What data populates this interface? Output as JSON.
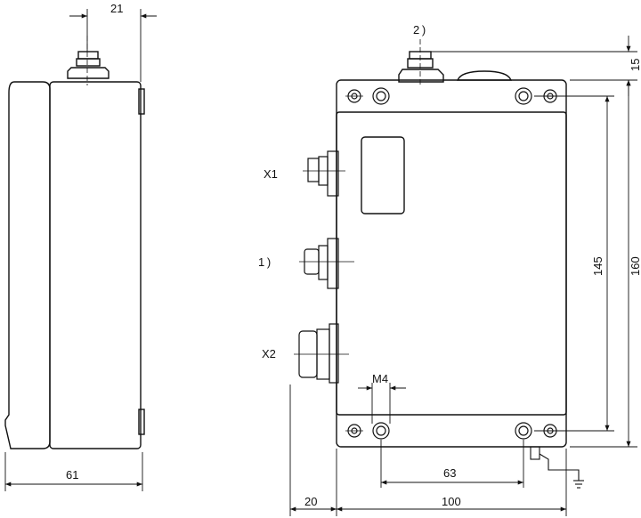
{
  "labels": {
    "dim_21": "21",
    "dim_61": "61",
    "dim_15": "15",
    "dim_160": "160",
    "dim_145": "145",
    "dim_m4": "M4",
    "dim_63": "63",
    "dim_20": "20",
    "dim_100": "100",
    "conn_x1": "X1",
    "conn_1": "1 )",
    "conn_x2": "X2",
    "conn_2": "2 )"
  },
  "colors": {
    "line": "#111111",
    "thin": "#222222"
  }
}
